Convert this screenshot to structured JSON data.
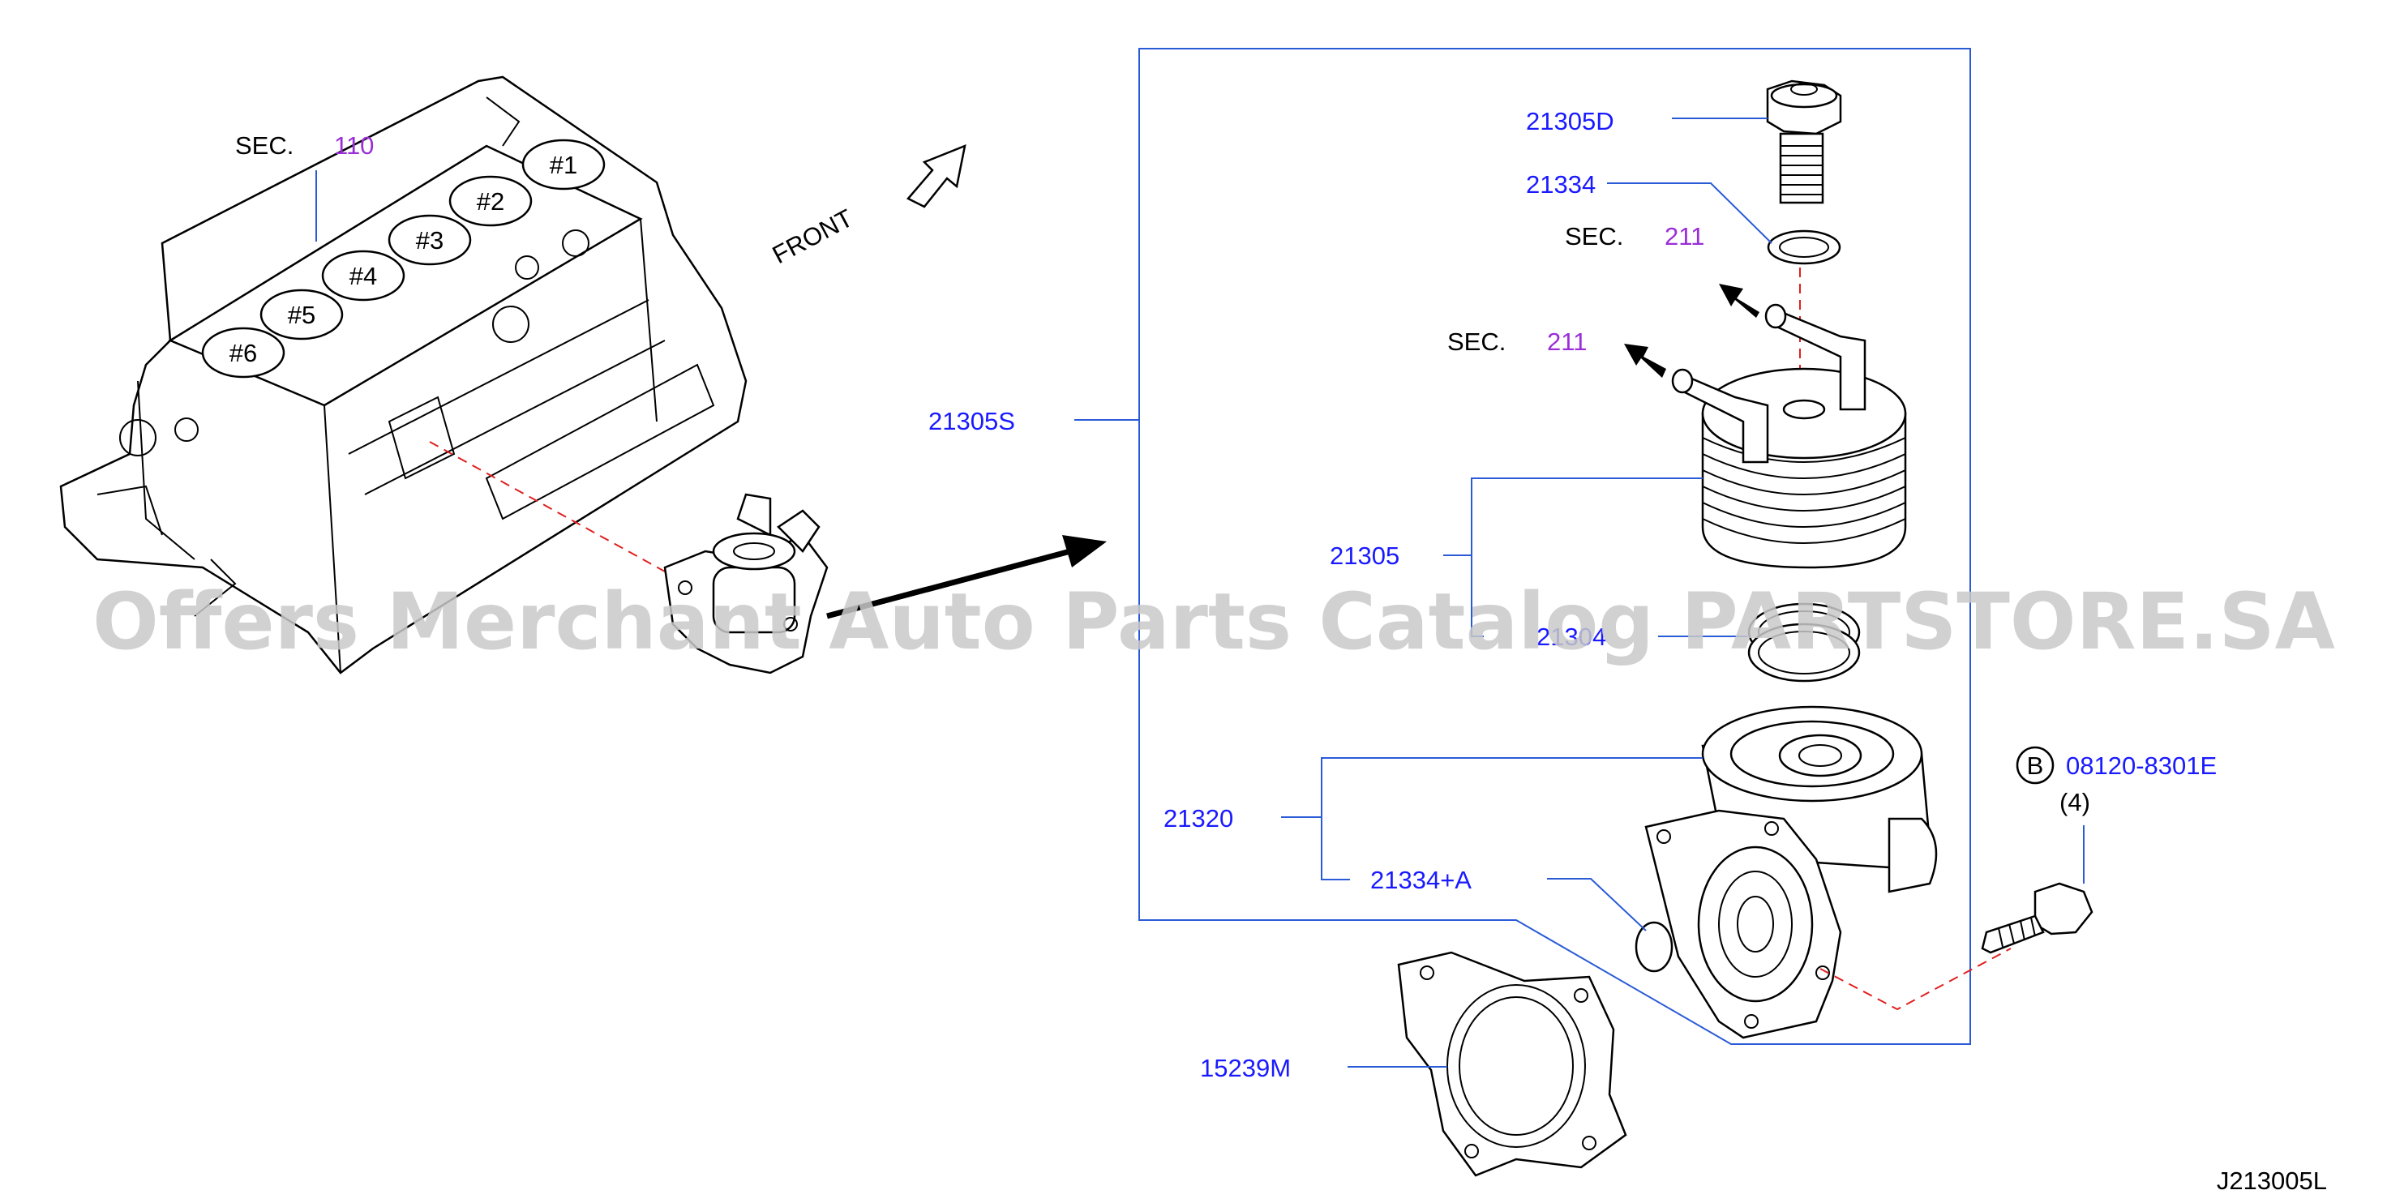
{
  "section_refs": [
    {
      "prefix": "SEC.",
      "number": "110"
    },
    {
      "prefix": "SEC.",
      "number": "211"
    },
    {
      "prefix": "SEC.",
      "number": "211"
    }
  ],
  "cylinders": [
    "#1",
    "#2",
    "#3",
    "#4",
    "#5",
    "#6"
  ],
  "front_label": "FRONT",
  "part_labels": {
    "p21305D": "21305D",
    "p21334": "21334",
    "p21305S": "21305S",
    "p21305": "21305",
    "p21304": "21304",
    "p21320": "21320",
    "p21334A": "21334+A",
    "p15239M": "15239M",
    "bolt_part": "08120-8301E",
    "bolt_qty": "(4)",
    "bolt_marker": "B"
  },
  "diagram_code": "J213005L",
  "watermark": "Offers Merchant Auto Parts Catalog PARTSTORE.SA",
  "colors": {
    "part_number": "#1a1aff",
    "section_number": "#9a2ed8",
    "leader_line": "#2a5bd7",
    "dashed_line": "#e02020"
  }
}
